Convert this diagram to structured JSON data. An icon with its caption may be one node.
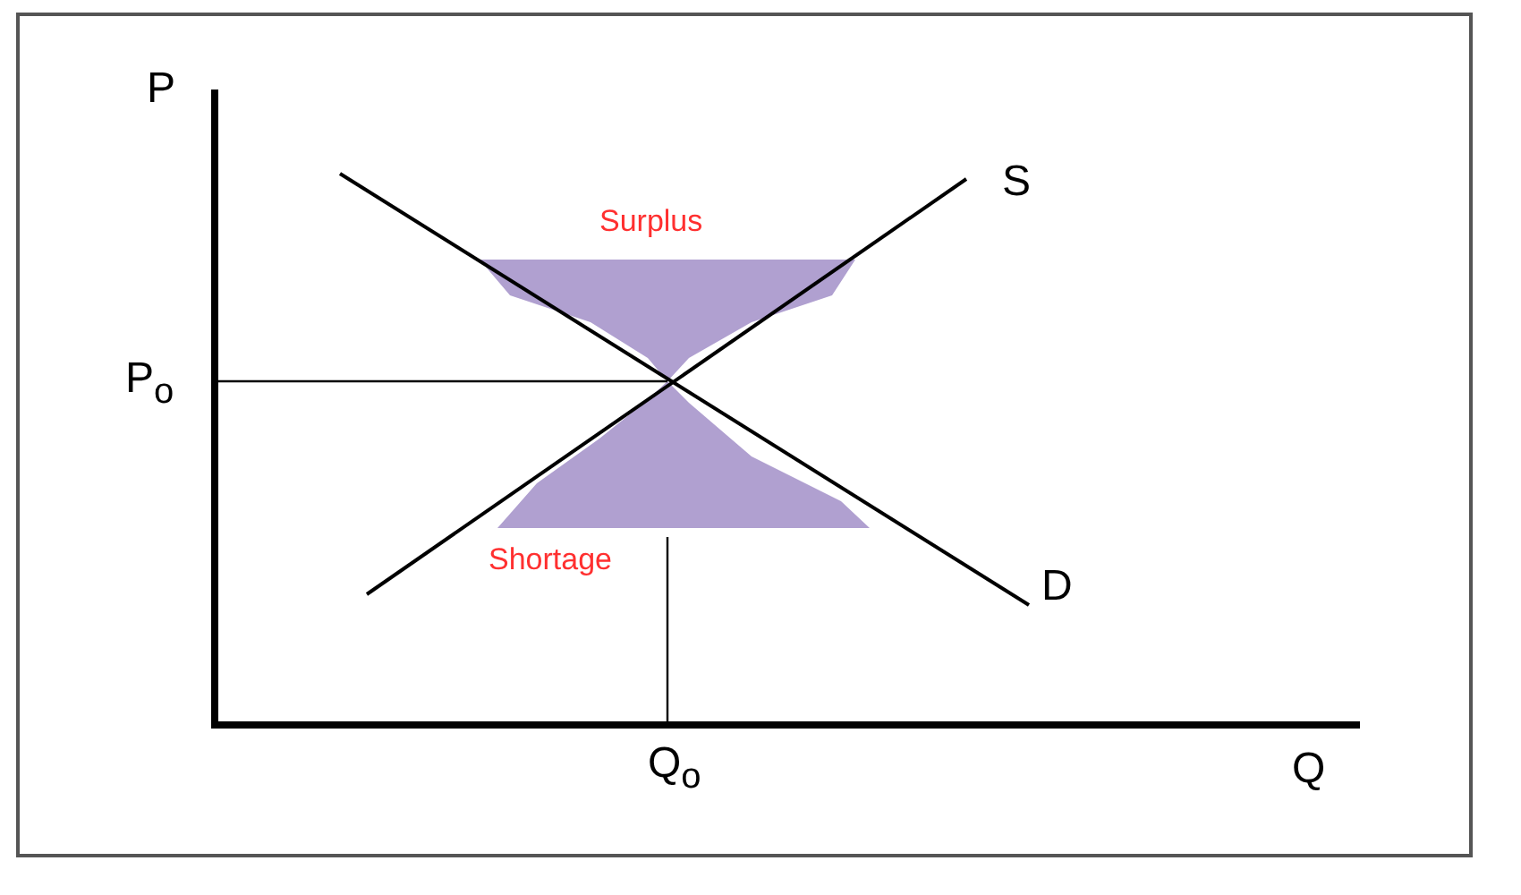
{
  "diagram": {
    "labels": [
      "P",
      "P$_{o}$",
      "S",
      "Surplus",
      "Shortage",
      "D",
      "Q$_{o}$",
      "Q"
    ]
  }
}
